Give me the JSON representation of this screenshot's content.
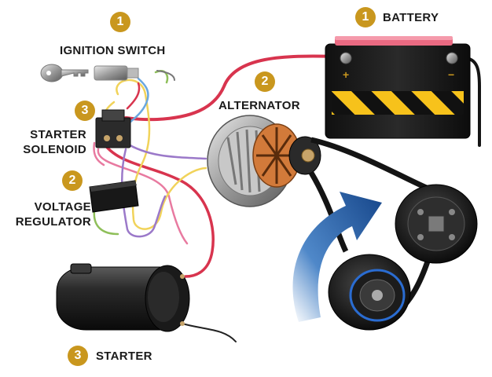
{
  "components": {
    "ignition_switch": {
      "number": "1",
      "label": "IGNITION SWITCH"
    },
    "battery": {
      "number": "1",
      "label": "BATTERY"
    },
    "alternator": {
      "number": "2",
      "label": "ALTERNATOR"
    },
    "starter_solenoid": {
      "number": "3",
      "label_line1": "STARTER",
      "label_line2": "SOLENOID"
    },
    "voltage_regulator": {
      "number": "2",
      "label_line1": "VOLTAGE",
      "label_line2": "REGULATOR"
    },
    "starter": {
      "number": "3",
      "label": "STARTER"
    }
  },
  "battery_terminals": {
    "positive": "+",
    "negative": "−"
  },
  "colors": {
    "badge": "#c9971e",
    "wire_red": "#d8344e",
    "wire_pink": "#e87aa0",
    "wire_yellow": "#f1d35a",
    "wire_purple": "#9b79c9",
    "wire_blue": "#6aa7df",
    "wire_green": "#8fbf5a",
    "rotation_arrow": "#1f5fa8",
    "hazard_yellow": "#f7c21b"
  },
  "icons": [
    "ignition-key-icon",
    "rotation-arrow-icon"
  ]
}
